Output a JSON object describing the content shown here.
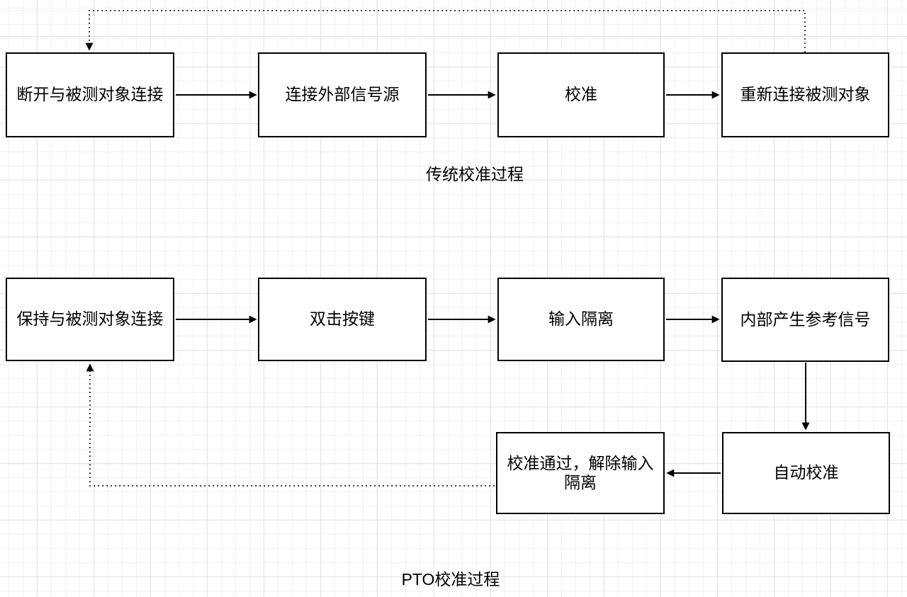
{
  "nodes": {
    "disconnect": "断开与被测对象连接",
    "connect_source": "连接外部信号源",
    "calibrate": "校准",
    "reconnect": "重新连接被测对象",
    "keep_connection": "保持与被测对象连接",
    "double_click": "双击按键",
    "input_isolation": "输入隔离",
    "internal_reference": "内部产生参考信号",
    "auto_calibration": "自动校准",
    "pass_release": "校准通过，解除输入隔离"
  },
  "captions": {
    "traditional": "传统校准过程",
    "pto": "PTO校准过程"
  },
  "colors": {
    "box_border": "#000000",
    "box_fill": "#ffffff",
    "arrow": "#000000",
    "grid_minor": "#f2f2f2",
    "grid_major": "#e2e2e2",
    "background": "#ffffff"
  }
}
